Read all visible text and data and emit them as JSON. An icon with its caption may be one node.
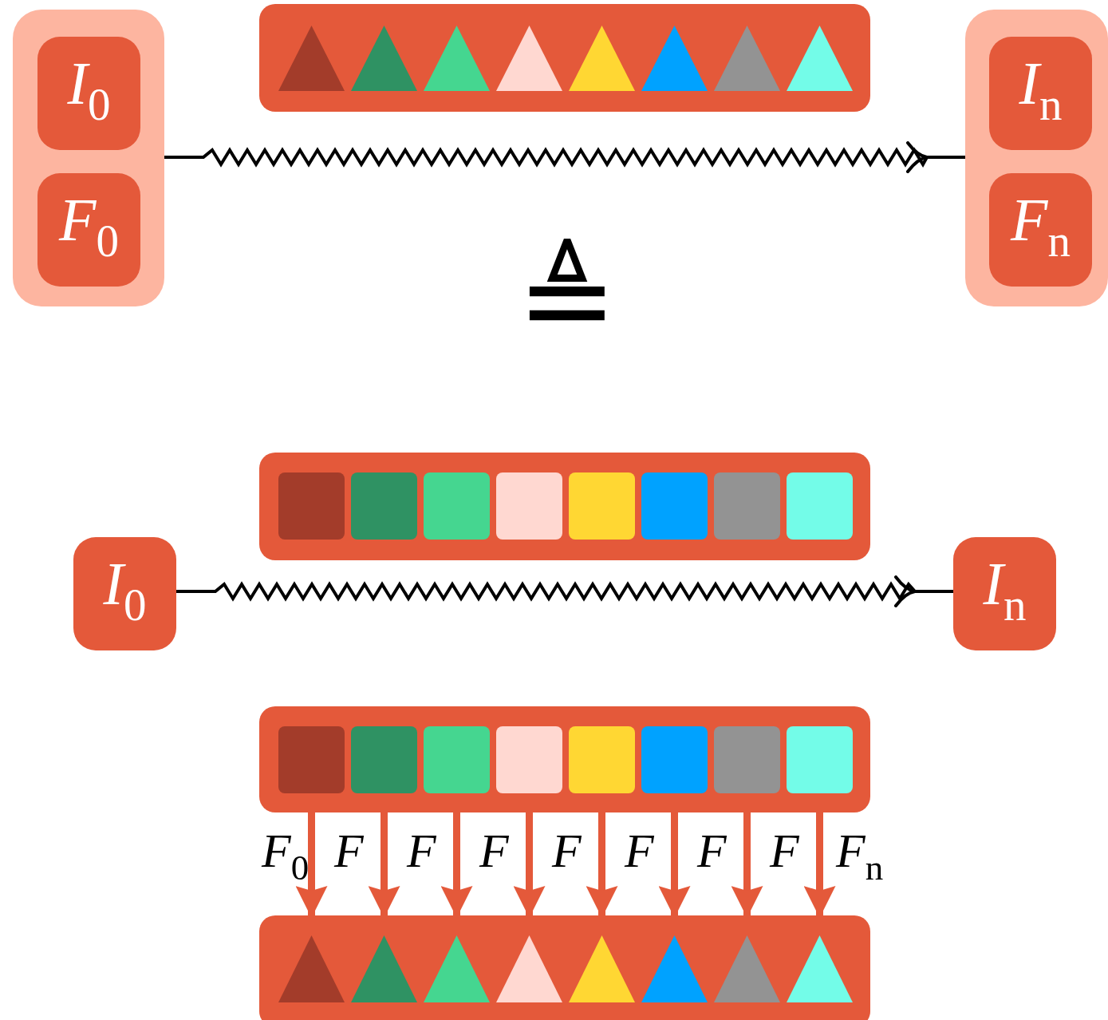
{
  "diagram": {
    "nodes": [
      {
        "text": [],
        "shape": "box"
      },
      {
        "text": [
          "*I*$_{0}$"
        ],
        "in": 0
      },
      {
        "text": [
          "*F*$_{0}$"
        ],
        "in": 0
      },
      {
        "text": [],
        "shape": "box"
      },
      {
        "text": [],
        "shape": "triangle",
        "in": 3
      },
      {
        "text": [],
        "shape": "triangle",
        "in": 3
      },
      {
        "text": [],
        "shape": "triangle",
        "in": 3
      },
      {
        "text": [],
        "shape": "triangle",
        "in": 3
      },
      {
        "text": [],
        "shape": "triangle",
        "in": 3
      },
      {
        "text": [],
        "shape": "triangle",
        "in": 3
      },
      {
        "text": [],
        "shape": "triangle",
        "in": 3
      },
      {
        "text": [],
        "shape": "triangle",
        "in": 3
      },
      {
        "text": [],
        "shape": "box"
      },
      {
        "text": [
          "*I*$_{n}$"
        ],
        "in": 12
      },
      {
        "text": [
          "*F*$_{n}$"
        ],
        "in": 12
      },
      {
        "text": [
          "*I*$_{0}$"
        ]
      },
      {
        "text": [],
        "shape": "box"
      },
      {
        "text": [],
        "shape": "box",
        "in": 16
      },
      {
        "text": [],
        "shape": "box",
        "in": 16
      },
      {
        "text": [],
        "shape": "box",
        "in": 16
      },
      {
        "text": [],
        "shape": "box",
        "in": 16
      },
      {
        "text": [],
        "shape": "box",
        "in": 16
      },
      {
        "text": [],
        "shape": "box",
        "in": 16
      },
      {
        "text": [],
        "shape": "box",
        "in": 16
      },
      {
        "text": [],
        "shape": "box",
        "in": 16
      },
      {
        "text": [
          "*I*$_{n}$"
        ]
      },
      {
        "text": [],
        "shape": "box"
      },
      {
        "text": [],
        "shape": "box",
        "in": 26
      },
      {
        "text": [],
        "shape": "box",
        "in": 26
      },
      {
        "text": [],
        "shape": "box",
        "in": 26
      },
      {
        "text": [],
        "shape": "box",
        "in": 26
      },
      {
        "text": [],
        "shape": "box",
        "in": 26
      },
      {
        "text": [],
        "shape": "box",
        "in": 26
      },
      {
        "text": [],
        "shape": "box",
        "in": 26
      },
      {
        "text": [],
        "shape": "box",
        "in": 26
      },
      {
        "text": [],
        "shape": "box"
      },
      {
        "text": [],
        "shape": "triangle",
        "in": 35
      },
      {
        "text": [],
        "shape": "triangle",
        "in": 35
      },
      {
        "text": [],
        "shape": "triangle",
        "in": 35
      },
      {
        "text": [],
        "shape": "triangle",
        "in": 35
      },
      {
        "text": [],
        "shape": "triangle",
        "in": 35
      },
      {
        "text": [],
        "shape": "triangle",
        "in": 35
      },
      {
        "text": [],
        "shape": "triangle",
        "in": 35
      },
      {
        "text": [],
        "shape": "triangle",
        "in": 35
      }
    ],
    "edges": [
      {
        "from": 0,
        "to": 12,
        "arrow": "to",
        "color": "#000000"
      },
      {
        "from": 15,
        "to": 25,
        "arrow": "to",
        "color": "#000000"
      },
      {
        "from": 27,
        "to": 36,
        "arrow": "to"
      },
      {
        "from": 28,
        "to": 37,
        "arrow": "to"
      },
      {
        "from": 29,
        "to": 38,
        "arrow": "to"
      },
      {
        "from": 30,
        "to": 39,
        "arrow": "to"
      },
      {
        "from": 31,
        "to": 40,
        "arrow": "to"
      },
      {
        "from": 32,
        "to": 41,
        "arrow": "to"
      },
      {
        "from": 33,
        "to": 42,
        "arrow": "to"
      },
      {
        "from": 34,
        "to": 43,
        "arrow": "to"
      }
    ],
    "labels": [
      "≜",
      "*F*$_{0}$",
      "*F*",
      "*F*",
      "*F*",
      "*F*",
      "*F*",
      "*F*",
      "*F*",
      "*F*$_{n}$"
    ]
  }
}
